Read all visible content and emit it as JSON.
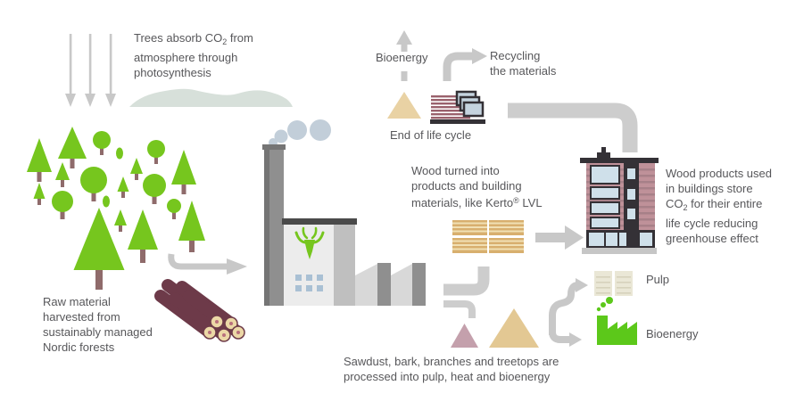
{
  "title": "Wood life cycle infographic",
  "colors": {
    "green": "#76c61e",
    "trunk": "#8f6b6b",
    "log": "#6d3a49",
    "log_end": "#ecd8a6",
    "log_dot": "#b9707c",
    "arrow": "#c8c8c8",
    "pipe": "#cdcdcd",
    "text": "#57575a",
    "smoke": "#c2ced9",
    "hill": "#d7e0da",
    "factory_light": "#ececec",
    "factory_mid": "#d8d8d8",
    "factory_band": "#bfbfbf",
    "factory_dark": "#8f8f8f",
    "factory_edge": "#757575",
    "roof_dark": "#4a4a4a",
    "window_blue": "#a9c0d4",
    "wall": "#bf9199",
    "wall_stripe": "#a78088",
    "building_window": "#cfe0ea",
    "building_dark": "#343136",
    "panel_blue": "#c5d4df",
    "tan": "#e9d2a4",
    "sand": "#e3c893",
    "mauve": "#c4a0ac",
    "maroon": "#9a616c",
    "pulp": "#eae7d6",
    "pulp_line": "#d6d2bc",
    "bio_green": "#5cc81a",
    "base_gray": "#c6c6c6"
  },
  "labels": {
    "absorb": {
      "l1_pre": "Trees absorb CO",
      "l1_sub": "2",
      "l1_post": " from",
      "l2": "atmosphere through",
      "l3": "photosynthesis"
    },
    "raw_material": {
      "l1": "Raw material",
      "l2": "harvested from",
      "l3": "sustainably managed",
      "l4": "Nordic forests"
    },
    "bioenergy_top": "Bioenergy",
    "recycling": {
      "l1": "Recycling",
      "l2": "the materials"
    },
    "end_of_life": "End of life cycle",
    "wood_turned": {
      "l1": "Wood turned into",
      "l2": "products and building",
      "l3_pre": "materials, like Kerto",
      "l3_sup": "®",
      "l3_post": " LVL"
    },
    "wood_products": {
      "l1": "Wood products used",
      "l2": "in buildings store",
      "l3_pre": "CO",
      "l3_sub": "2",
      "l3_post": " for their entire",
      "l4": "life cycle reducing",
      "l5": "greenhouse effect"
    },
    "sawdust": {
      "l1": "Sawdust, bark, branches and treetops are",
      "l2": "processed into pulp, heat and bioenergy"
    },
    "pulp": "Pulp",
    "bioenergy_bottom": "Bioenergy"
  },
  "icons": [
    "co2-arrows-icon",
    "atmosphere-hill-icon",
    "forest-icon",
    "harvest-arrow-icon",
    "logs-icon",
    "factory-icon",
    "moose-logo-icon",
    "smoke-icon",
    "bioenergy-up-arrow-icon",
    "recycling-arrow-icon",
    "end-of-life-triangle-icon",
    "lumber-stack-icon",
    "panel-stack-icon",
    "return-pipe-icon",
    "kerto-planks-icon",
    "products-arrow-icon",
    "apartment-building-icon",
    "byproduct-pipes-icon",
    "sawdust-pile-small-icon",
    "sawdust-pile-large-icon",
    "pulp-arrow-icon",
    "bioenergy-arrow-icon",
    "pulp-bales-icon",
    "bioenergy-plant-icon"
  ]
}
